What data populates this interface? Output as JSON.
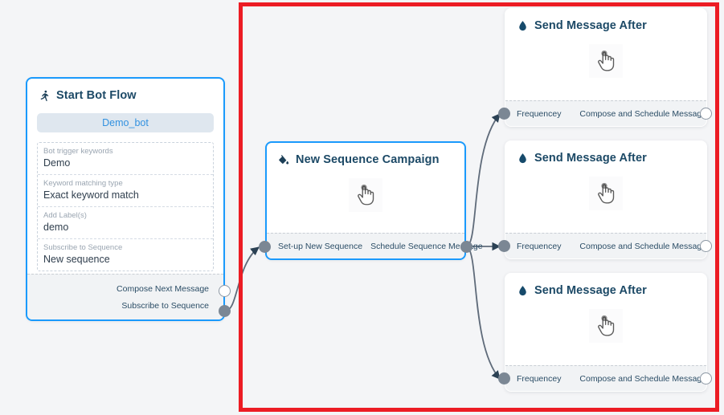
{
  "canvas": {
    "background_color": "#f4f5f7",
    "highlight_color": "#ec1c24",
    "accent_color": "#1a9afc",
    "port_color": "#7b8794",
    "edge_color": "#5f6b7a"
  },
  "nodes": {
    "start_bot_flow": {
      "title": "Start Bot Flow",
      "icon": "running-person-icon",
      "bot_chip": "Demo_bot",
      "fields": [
        {
          "label": "Bot trigger keywords",
          "value": "Demo"
        },
        {
          "label": "Keyword matching type",
          "value": "Exact keyword match"
        },
        {
          "label": "Add Label(s)",
          "value": "demo"
        },
        {
          "label": "Subscribe to Sequence",
          "value": "New sequence"
        }
      ],
      "ports": [
        {
          "label": "Compose Next Message",
          "style": "hollow"
        },
        {
          "label": "Subscribe to Sequence",
          "style": "filled"
        }
      ]
    },
    "new_sequence_campaign": {
      "title": "New Sequence Campaign",
      "icon": "paint-bucket-icon",
      "body_icon": "pointing-hand-cursor-icon",
      "footer": [
        {
          "label": "Set-up New Sequence",
          "style": "filled-in"
        },
        {
          "label": "Schedule Sequence Message",
          "style": "filled-out"
        }
      ]
    },
    "send_message_after": [
      {
        "title": "Send Message After",
        "icon": "droplet-icon",
        "body_icon": "pointing-hand-cursor-icon",
        "footer": [
          {
            "label": "Frequencey",
            "style": "filled-in"
          },
          {
            "label": "Compose and Schedule Message",
            "style": "hollow-out"
          }
        ]
      },
      {
        "title": "Send Message After",
        "icon": "droplet-icon",
        "body_icon": "pointing-hand-cursor-icon",
        "footer": [
          {
            "label": "Frequencey",
            "style": "filled-in"
          },
          {
            "label": "Compose and Schedule Message",
            "style": "hollow-out"
          }
        ]
      },
      {
        "title": "Send Message After",
        "icon": "droplet-icon",
        "body_icon": "pointing-hand-cursor-icon",
        "footer": [
          {
            "label": "Frequencey",
            "style": "filled-in"
          },
          {
            "label": "Compose and Schedule Message",
            "style": "hollow-out"
          }
        ]
      }
    ]
  }
}
